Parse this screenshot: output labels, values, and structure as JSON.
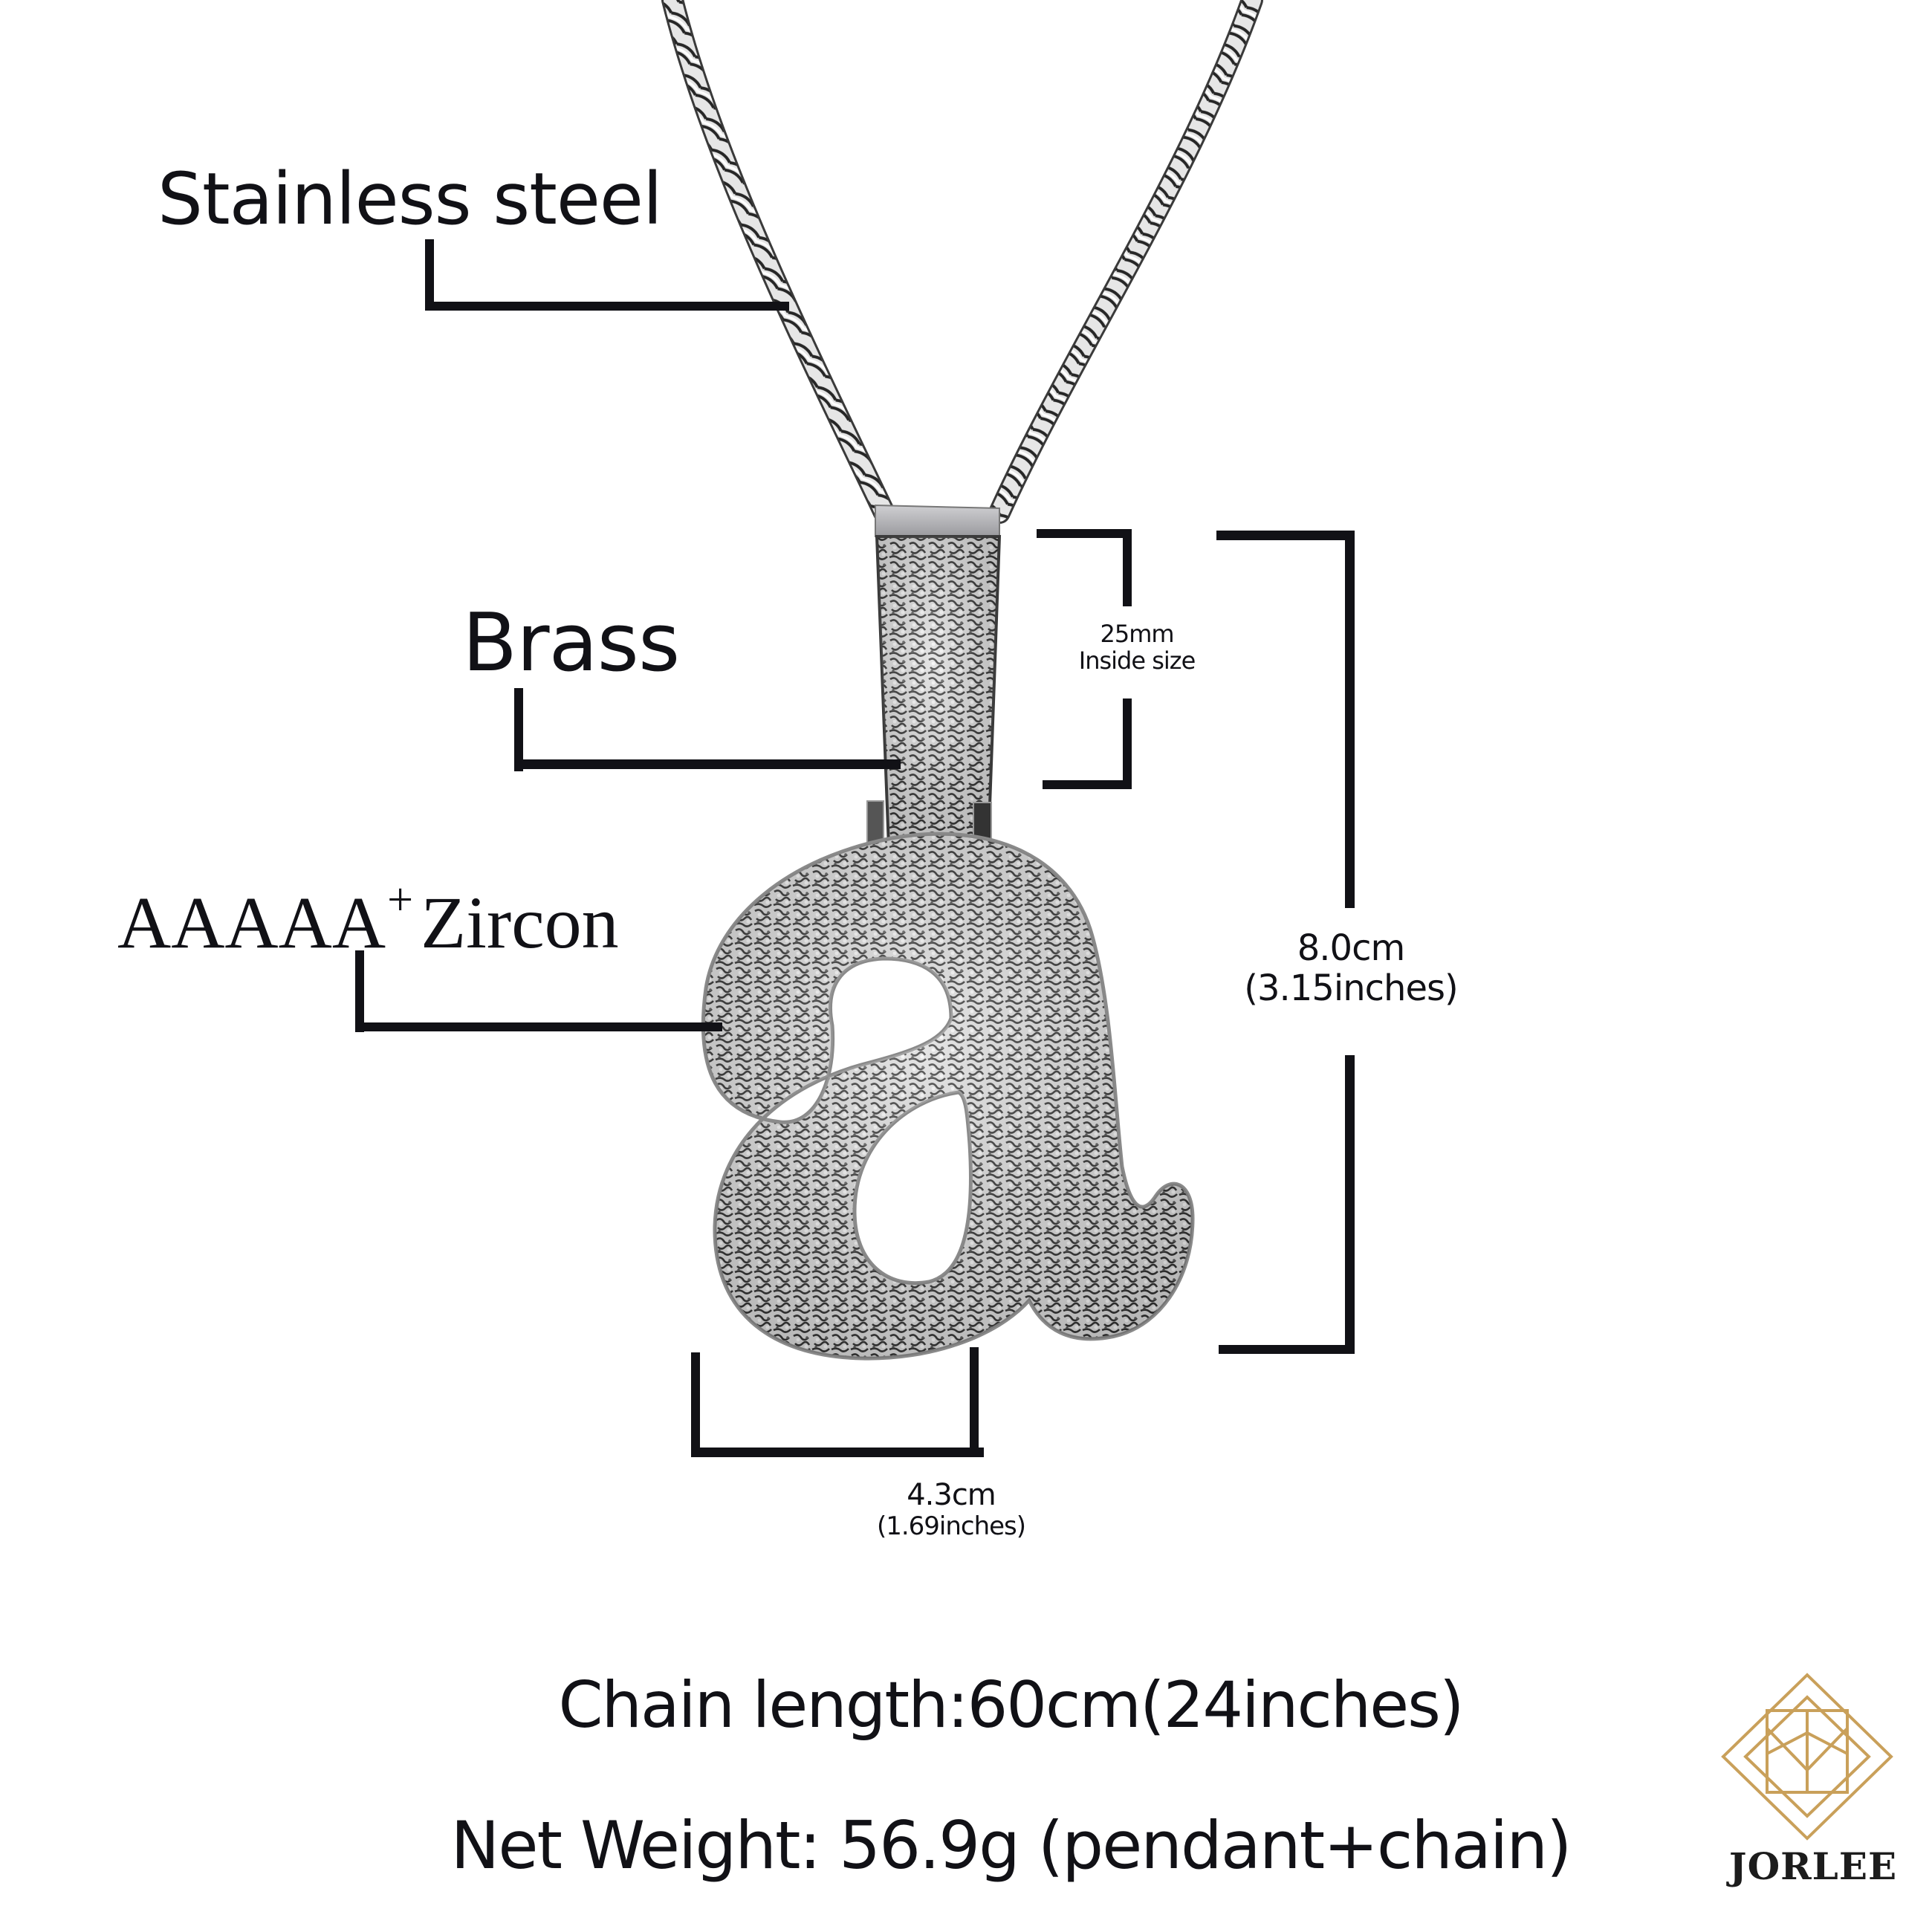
{
  "product": {
    "type": "pendant necklace",
    "pendant_letter": "a",
    "metal_color": "#c8c8c8"
  },
  "callouts": {
    "chain_material": "Stainless steel",
    "bail_material": "Brass",
    "stone_grade": "AAAAA",
    "stone_grade_sup": "+",
    "stone_type": "Zircon"
  },
  "dimensions": {
    "bail_size": "25mm",
    "bail_note": "Inside size",
    "height_cm": "8.0cm",
    "height_in": "(3.15inches)",
    "width_cm": "4.3cm",
    "width_in": "(1.69inches)"
  },
  "specs": {
    "chain_length": "Chain length:60cm(24inches)",
    "net_weight": "Net Weight: 56.9g (pendant+chain)"
  },
  "brand": {
    "name": "JORLEE",
    "logo_icon": "geometric-diamond-logo-icon",
    "logo_color": "#c9a05a"
  },
  "colors": {
    "text": "#111116",
    "line": "#111116",
    "background": "#ffffff",
    "metal_light": "#f0f0f0",
    "metal_mid": "#a0a0a0",
    "metal_dark": "#2a2a2a"
  }
}
